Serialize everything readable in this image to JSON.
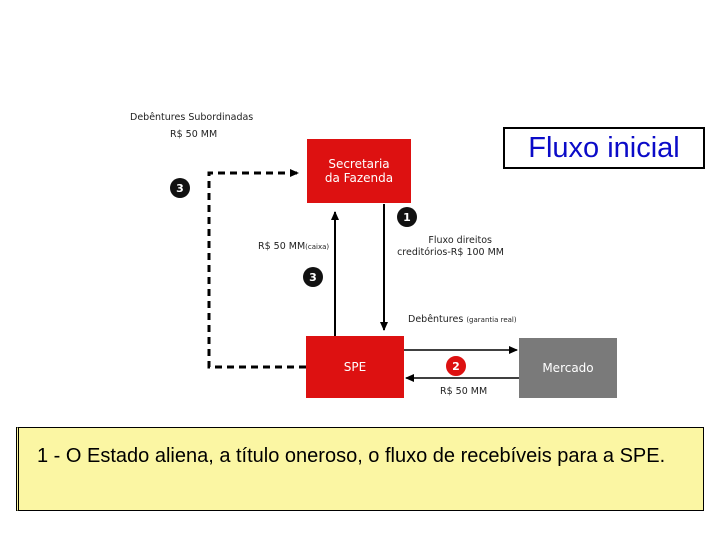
{
  "title": "Fluxo inicial",
  "labels": {
    "debentures_sub": "Debêntures Subordinadas",
    "amount_50_top": "R$ 50 MM",
    "caixa_amount": "R$ 50 MM",
    "caixa_suffix": "(caixa)",
    "fluxo_line1": "Fluxo direitos",
    "fluxo_line2": "creditórios-R$ 100 MM",
    "debentures_main": "Debêntures ",
    "debentures_suffix": "(garantia real)",
    "amount_50_bottom": "R$ 50 MM"
  },
  "nodes": {
    "secretaria": "Secretaria da Fazenda",
    "spe": "SPE",
    "mercado": "Mercado"
  },
  "steps": {
    "step_3_left": "3",
    "step_1": "1",
    "step_3_mid": "3",
    "step_2": "2"
  },
  "caption": "1 - O Estado aliena, a título oneroso, o fluxo de recebíveis para a SPE.",
  "colors": {
    "red": "#dd1111",
    "gray": "#7a7a7a",
    "title_blue": "#0b0bc8",
    "caption_bg": "#fbf6a3"
  }
}
